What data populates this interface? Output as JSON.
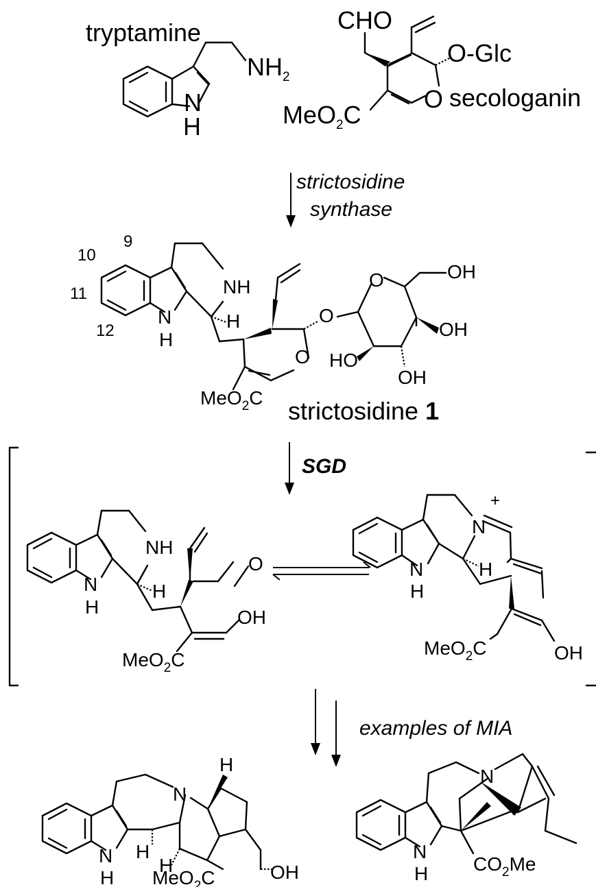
{
  "compounds": {
    "tryptamine": "tryptamine",
    "secologanin": "secologanin",
    "strictosidine_name": "strictosidine",
    "strictosidine_number": "1"
  },
  "reagents": {
    "step1_line1": "strictosidine",
    "step1_line2": "synthase",
    "step2": "SGD",
    "step3": "examples of MIA"
  },
  "atoms": {
    "nh2": "NH",
    "nh2_sub": "2",
    "cho": "CHO",
    "oglc": "O-Glc",
    "o": "O",
    "n": "N",
    "nh": "NH",
    "h": "H",
    "oh": "OH",
    "ho": "HO",
    "meo": "MeO",
    "two": "2",
    "c": "C",
    "co": "CO",
    "me": "Me",
    "plus": "+",
    "double_o": "O"
  },
  "numbering": [
    "9",
    "10",
    "11",
    "12"
  ]
}
